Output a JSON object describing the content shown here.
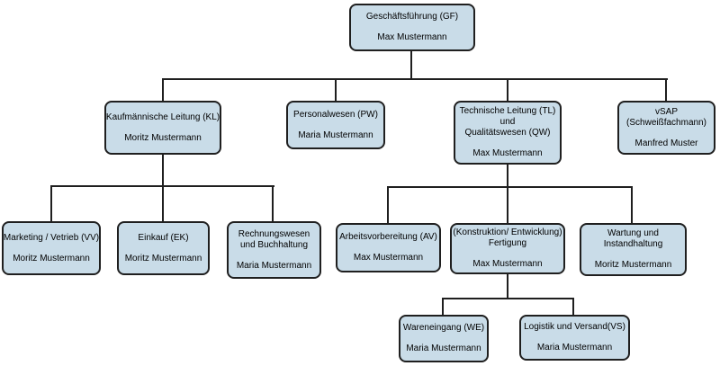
{
  "colors": {
    "box_fill": "#c9dce8",
    "box_border": "#1f1f1f",
    "line": "#1f1f1f",
    "text": "#000000",
    "background": "#ffffff"
  },
  "nodes": {
    "gf": {
      "title": "Geschäftsführung (GF)",
      "person": "Max Mustermann"
    },
    "kl": {
      "title": "Kaufmännische Leitung (KL)",
      "person": "Moritz Mustermann"
    },
    "pw": {
      "title": "Personalwesen (PW)",
      "person": "Maria Mustermann"
    },
    "tl": {
      "title": "Technische Leitung (TL)\nund\nQualitätswesen (QW)",
      "person": "Max Mustermann"
    },
    "vsap": {
      "title": "vSAP\n(Schweißfachmann)",
      "person": "Manfred Muster"
    },
    "mv": {
      "title": "Marketing / Vetrieb (VV)",
      "person": "Moritz Mustermann"
    },
    "ek": {
      "title": "Einkauf (EK)",
      "person": "Moritz Mustermann"
    },
    "rw": {
      "title": "Rechnungswesen\nund Buchhaltung",
      "person": "Maria Mustermann"
    },
    "av": {
      "title": "Arbeitsvorbereitung (AV)",
      "person": "Max Mustermann"
    },
    "kf": {
      "title": "(Konstruktion/ Entwicklung)\nFertigung",
      "person": "Max Mustermann"
    },
    "wi": {
      "title": "Wartung und\nInstandhaltung",
      "person": "Moritz Mustermann"
    },
    "we": {
      "title": "Wareneingang (WE)",
      "person": "Maria Mustermann"
    },
    "lv": {
      "title": "Logistik und Versand(VS)",
      "person": "Maria Mustermann"
    }
  }
}
